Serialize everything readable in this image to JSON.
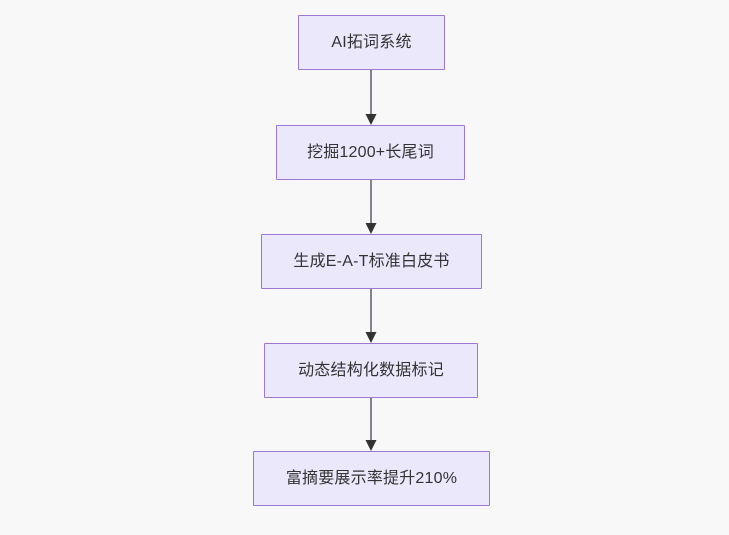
{
  "diagram": {
    "type": "flowchart",
    "direction": "top-to-bottom",
    "background_color": "#f8f8f8",
    "node_fill_color": "#ebe8fc",
    "node_border_color": "#9b78d4",
    "node_text_color": "#333333",
    "edge_color": "#80838a",
    "arrowhead_color": "#333333",
    "nodes": [
      {
        "id": "n1",
        "label": "AI拓词系统"
      },
      {
        "id": "n2",
        "label": "挖掘1200+长尾词"
      },
      {
        "id": "n3",
        "label": "生成E-A-T标准白皮书"
      },
      {
        "id": "n4",
        "label": "动态结构化数据标记"
      },
      {
        "id": "n5",
        "label": "富摘要展示率提升210%"
      }
    ],
    "edges": [
      {
        "from": "n1",
        "to": "n2",
        "label": ""
      },
      {
        "from": "n2",
        "to": "n3",
        "label": ""
      },
      {
        "from": "n3",
        "to": "n4",
        "label": ""
      },
      {
        "from": "n4",
        "to": "n5",
        "label": ""
      }
    ]
  }
}
